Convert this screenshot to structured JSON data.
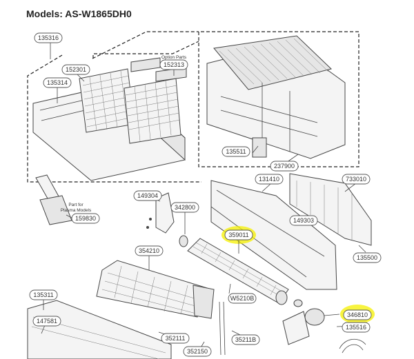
{
  "header": {
    "title": "Models: AS-W1865DH0"
  },
  "notes": {
    "option_parts": "Option Parts",
    "plasma_line1": "Part for",
    "plasma_line2": "Plasma Models"
  },
  "parts": {
    "p135316": "135316",
    "p152301": "152301",
    "p152313": "152313",
    "p135314": "135314",
    "p135511": "135511",
    "p237900": "237900",
    "p131410": "131410",
    "p733010": "733010",
    "p149304": "149304",
    "p342800": "342800",
    "p159830": "159830",
    "p149303": "149303",
    "p359011": "359011",
    "p135500": "135500",
    "p354210": "354210",
    "p135311": "135311",
    "p147581": "147581",
    "pW5210B": "W5210B",
    "p346810": "346810",
    "p135516": "135516",
    "p352111": "352111",
    "p35211B": "35211B",
    "p352150": "352150"
  },
  "highlights": {
    "color": "#f6f000",
    "parts": [
      "359011",
      "346810"
    ]
  }
}
